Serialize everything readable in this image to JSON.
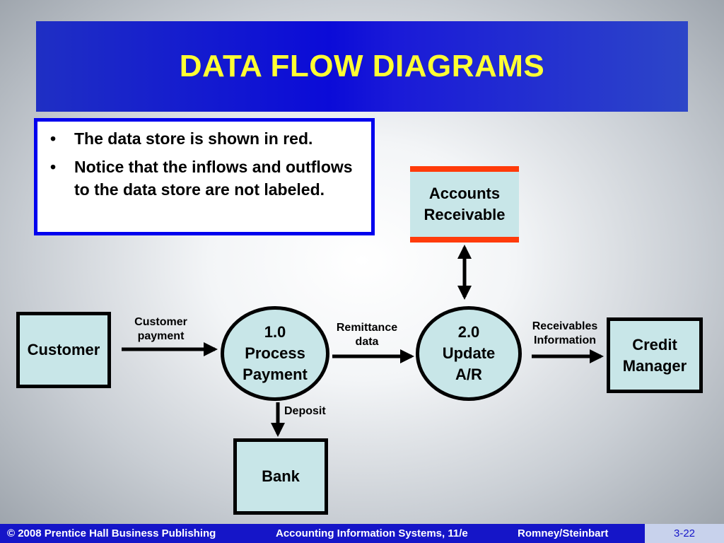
{
  "title": "DATA FLOW DIAGRAMS",
  "bullets": [
    "The data store is shown in red.",
    "Notice that the inflows and outflows to the data store are not labeled."
  ],
  "data_store": {
    "line1": "Accounts",
    "line2": "Receivable"
  },
  "entities": {
    "customer": "Customer",
    "credit_manager": {
      "line1": "Credit",
      "line2": "Manager"
    },
    "bank": "Bank"
  },
  "processes": {
    "p1": {
      "line1": "1.0",
      "line2": "Process",
      "line3": "Payment"
    },
    "p2": {
      "line1": "2.0",
      "line2": "Update",
      "line3": "A/R"
    }
  },
  "flows": {
    "customer_payment": {
      "line1": "Customer",
      "line2": "payment"
    },
    "remittance": {
      "line1": "Remittance",
      "line2": "data"
    },
    "receivables": {
      "line1": "Receivables",
      "line2": "Information"
    },
    "deposit": "Deposit"
  },
  "footer": {
    "copyright": "© 2008 Prentice Hall Business Publishing",
    "book": "Accounting Information Systems, 11/e",
    "authors": "Romney/Steinbart",
    "page": "3-22"
  },
  "colors": {
    "title_text": "#ffff33",
    "title_bg": "#0b0bd8",
    "store_border": "#ff3b0a",
    "shape_fill": "#c8e6e8",
    "footer_bg": "#1515c8"
  }
}
